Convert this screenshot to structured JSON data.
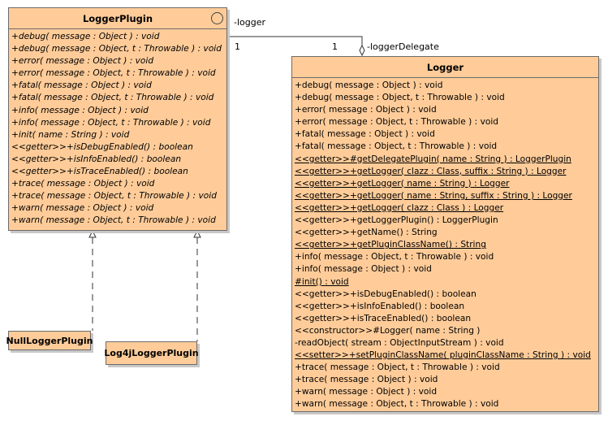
{
  "logger_plugin": {
    "name": "LoggerPlugin",
    "operations": [
      "+debug( message : Object ) : void",
      "+debug( message : Object, t : Throwable ) : void",
      "+error( message : Object ) : void",
      "+error( message : Object, t : Throwable ) : void",
      "+fatal( message : Object ) : void",
      "+fatal( message : Object, t : Throwable ) : void",
      "+info( message : Object ) : void",
      "+info( message : Object, t : Throwable ) : void",
      "+init( name : String ) : void",
      "<<getter>>+isDebugEnabled() : boolean",
      "<<getter>>+isInfoEnabled() : boolean",
      "<<getter>>+isTraceEnabled() : boolean",
      "+trace( message : Object ) : void",
      "+trace( message : Object, t : Throwable ) : void",
      "+warn( message : Object ) : void",
      "+warn( message : Object, t : Throwable ) : void"
    ]
  },
  "logger": {
    "name": "Logger",
    "operations": [
      {
        "text": "+debug( message : Object ) : void",
        "static": false
      },
      {
        "text": "+debug( message : Object, t : Throwable ) : void",
        "static": false
      },
      {
        "text": "+error( message : Object ) : void",
        "static": false
      },
      {
        "text": "+error( message : Object, t : Throwable ) : void",
        "static": false
      },
      {
        "text": "+fatal( message : Object ) : void",
        "static": false
      },
      {
        "text": "+fatal( message : Object, t : Throwable ) : void",
        "static": false
      },
      {
        "text": "<<getter>>#getDelegatePlugin( name : String ) : LoggerPlugin",
        "static": true
      },
      {
        "text": "<<getter>>+getLogger( clazz : Class, suffix : String ) : Logger",
        "static": true
      },
      {
        "text": "<<getter>>+getLogger( name : String ) : Logger",
        "static": true
      },
      {
        "text": "<<getter>>+getLogger( name : String, suffix : String ) : Logger",
        "static": true
      },
      {
        "text": "<<getter>>+getLogger( clazz : Class ) : Logger",
        "static": true
      },
      {
        "text": "<<getter>>+getLoggerPlugin() : LoggerPlugin",
        "static": false
      },
      {
        "text": "<<getter>>+getName() : String",
        "static": false
      },
      {
        "text": "<<getter>>+getPluginClassName() : String",
        "static": true
      },
      {
        "text": "+info( message : Object, t : Throwable ) : void",
        "static": false
      },
      {
        "text": "+info( message : Object ) : void",
        "static": false
      },
      {
        "text": "#init() : void",
        "static": true
      },
      {
        "text": "<<getter>>+isDebugEnabled() : boolean",
        "static": false
      },
      {
        "text": "<<getter>>+isInfoEnabled() : boolean",
        "static": false
      },
      {
        "text": "<<getter>>+isTraceEnabled() : boolean",
        "static": false
      },
      {
        "text": "<<constructor>>#Logger( name : String )",
        "static": false
      },
      {
        "text": "-readObject( stream : ObjectInputStream ) : void",
        "static": false
      },
      {
        "text": "<<setter>>+setPluginClassName( pluginClassName : String ) : void",
        "static": true
      },
      {
        "text": "+trace( message : Object, t : Throwable ) : void",
        "static": false
      },
      {
        "text": "+trace( message : Object ) : void",
        "static": false
      },
      {
        "text": "+warn( message : Object ) : void",
        "static": false
      },
      {
        "text": "+warn( message : Object, t : Throwable ) : void",
        "static": false
      }
    ]
  },
  "null_logger_plugin": {
    "name": "NullLoggerPlugin"
  },
  "log4j_logger_plugin": {
    "name": "Log4jLoggerPlugin"
  },
  "association": {
    "role_logger": "-logger",
    "role_logger_delegate": "-loggerDelegate",
    "multiplicity_plugin_end": "1",
    "multiplicity_logger_end": "1"
  },
  "colors": {
    "class_fill": "#ffcc99",
    "border": "#6b6b6b",
    "shadow": "#c8c8c8"
  }
}
